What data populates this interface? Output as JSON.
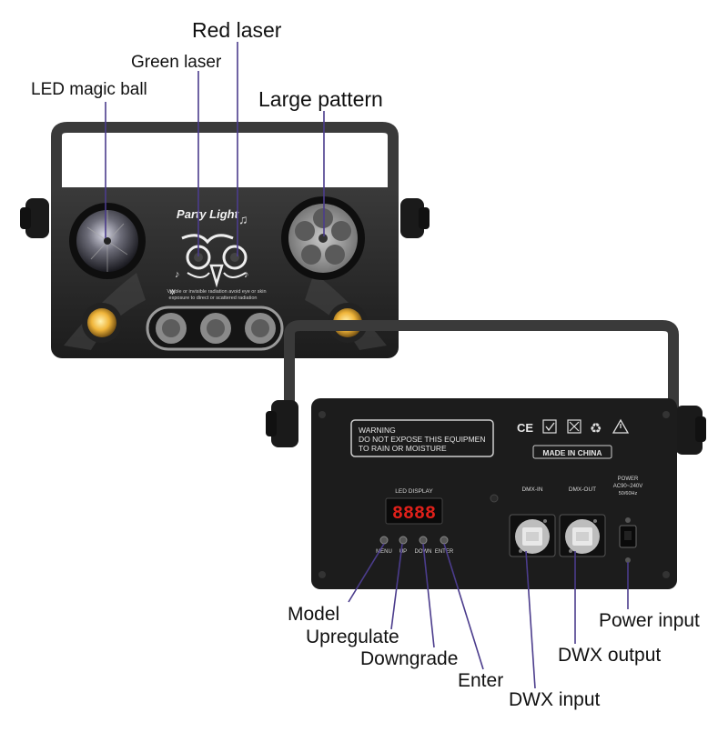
{
  "callouts": {
    "led_magic_ball": "LED magic ball",
    "green_laser": "Green laser",
    "red_laser": "Red laser",
    "large_pattern": "Large pattern",
    "model": "Model",
    "upregulate": "Upregulate",
    "downgrade": "Downgrade",
    "enter": "Enter",
    "dwx_input": "DWX input",
    "dwx_output": "DWX output",
    "power_input": "Power input"
  },
  "front_panel": {
    "brand": "Party Light",
    "warning_line1": "Visible or invisible radiation avoid eye or skin",
    "warning_line2": "exposure to direct or scattered radiation"
  },
  "rear_panel": {
    "warning_title": "WARNING",
    "warning_line1": "DO NOT EXPOSE THIS EQUIPMEN",
    "warning_line2": "TO RAIN OR MOISTURE",
    "made_in": "MADE IN CHINA",
    "led_display_label": "LED DISPLAY",
    "display_value": "8888",
    "buttons": [
      "MENU",
      "UP",
      "DOWN",
      "ENTER"
    ],
    "dmx_in_label": "DMX-IN",
    "dmx_out_label": "DMX-OUT",
    "power_label": "POWER",
    "power_voltage": "AC90~240V",
    "power_freq": "50/60Hz",
    "cert_marks": [
      "CE"
    ]
  },
  "colors": {
    "housing": "#2b2b2b",
    "housing_dark": "#161616",
    "bracket": "#3a3a3a",
    "amber_led": "#f0b53a",
    "display_red": "#e0201a",
    "leader_line": "#4b3c8c"
  },
  "icons": [
    "recycle-icon",
    "warning-triangle-icon",
    "weee-bin-icon",
    "checkmark-icon"
  ]
}
